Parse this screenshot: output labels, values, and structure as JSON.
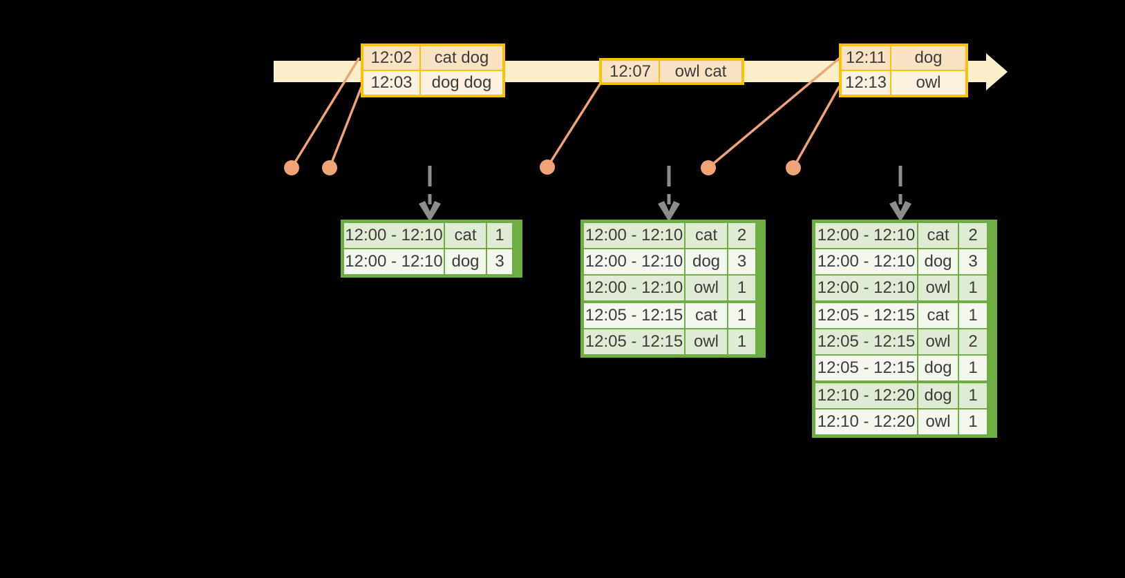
{
  "colors": {
    "background": "#000000",
    "timeline-band": "#FBF0CB",
    "event-border": "#FFC103",
    "event-row-a": "#FAE3C5",
    "event-row-b": "#FCF2DF",
    "connector": "#F0A476",
    "trigger-arrow": "#8D8D8D",
    "table-border": "#6EAC44",
    "table-row-a": "#E0EBD3",
    "table-row-b": "#F3F7ED",
    "text": "#3C3C3C"
  },
  "timeline": {
    "event_boxes": [
      {
        "rows": [
          {
            "time": "12:02",
            "words": "cat dog"
          },
          {
            "time": "12:03",
            "words": "dog dog"
          }
        ]
      },
      {
        "rows": [
          {
            "time": "12:07",
            "words": "owl cat"
          }
        ]
      },
      {
        "rows": [
          {
            "time": "12:11",
            "words": "dog"
          },
          {
            "time": "12:13",
            "words": "owl"
          }
        ]
      }
    ]
  },
  "result_tables": [
    {
      "groups": [
        [
          [
            "12:00 - 12:10",
            "cat",
            "1"
          ],
          [
            "12:00 - 12:10",
            "dog",
            "3"
          ]
        ]
      ]
    },
    {
      "groups": [
        [
          [
            "12:00 - 12:10",
            "cat",
            "2"
          ],
          [
            "12:00 - 12:10",
            "dog",
            "3"
          ],
          [
            "12:00 - 12:10",
            "owl",
            "1"
          ]
        ],
        [
          [
            "12:05 - 12:15",
            "cat",
            "1"
          ],
          [
            "12:05 - 12:15",
            "owl",
            "1"
          ]
        ]
      ]
    },
    {
      "groups": [
        [
          [
            "12:00 - 12:10",
            "cat",
            "2"
          ],
          [
            "12:00 - 12:10",
            "dog",
            "3"
          ],
          [
            "12:00 - 12:10",
            "owl",
            "1"
          ]
        ],
        [
          [
            "12:05 - 12:15",
            "cat",
            "1"
          ],
          [
            "12:05 - 12:15",
            "owl",
            "2"
          ],
          [
            "12:05 - 12:15",
            "dog",
            "1"
          ]
        ],
        [
          [
            "12:10 - 12:20",
            "dog",
            "1"
          ],
          [
            "12:10 - 12:20",
            "owl",
            "1"
          ]
        ]
      ]
    }
  ]
}
